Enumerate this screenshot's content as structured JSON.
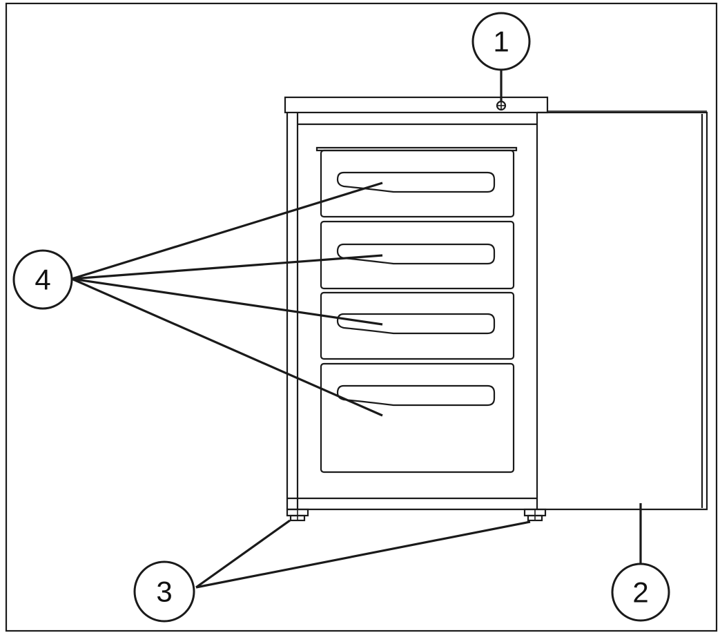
{
  "callouts": [
    {
      "id": "1",
      "label": "1",
      "meaning": ""
    },
    {
      "id": "2",
      "label": "2",
      "meaning": ""
    },
    {
      "id": "3",
      "label": "3",
      "meaning": ""
    },
    {
      "id": "4",
      "label": "4",
      "meaning": ""
    }
  ],
  "colors": {
    "line": "#1a1a1a",
    "background": "#ffffff"
  }
}
